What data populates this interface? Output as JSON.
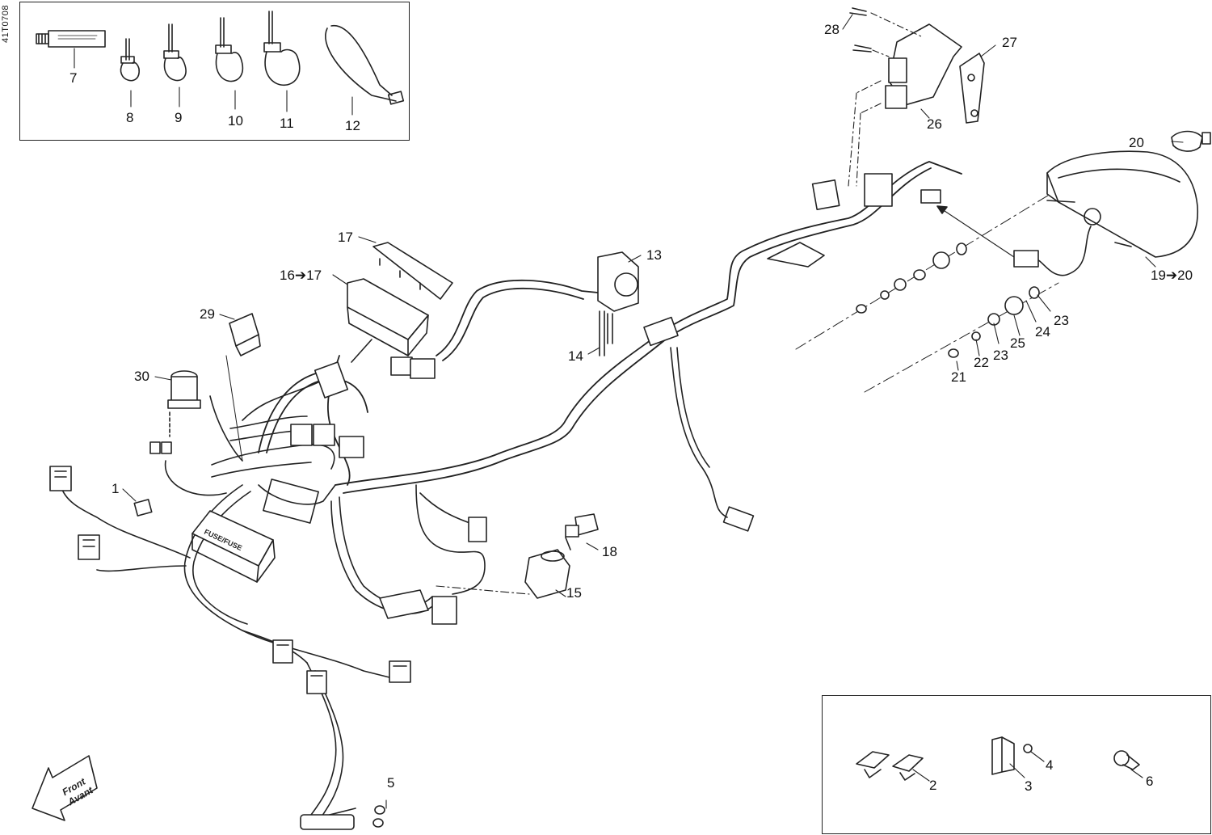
{
  "figure": {
    "reference_id": "41T0708",
    "front_arrow_lines": [
      "Front",
      "Avant"
    ],
    "fuse_box_text": "FUSE/FUSE",
    "ink_color": "#222222"
  },
  "callouts": {
    "c1": "1",
    "c2": "2",
    "c3": "3",
    "c4": "4",
    "c5": "5",
    "c6": "6",
    "c7": "7",
    "c8": "8",
    "c9": "9",
    "c10": "10",
    "c11": "11",
    "c12": "12",
    "c13": "13",
    "c14": "14",
    "c15": "15",
    "c16": "16➔17",
    "c17": "17",
    "c18": "18",
    "c19": "19➔20",
    "c20": "20",
    "c21": "21",
    "c22": "22",
    "c23a": "23",
    "c23b": "23",
    "c24": "24",
    "c25": "25",
    "c26": "26",
    "c27": "27",
    "c28": "28",
    "c29": "29",
    "c30": "30"
  }
}
